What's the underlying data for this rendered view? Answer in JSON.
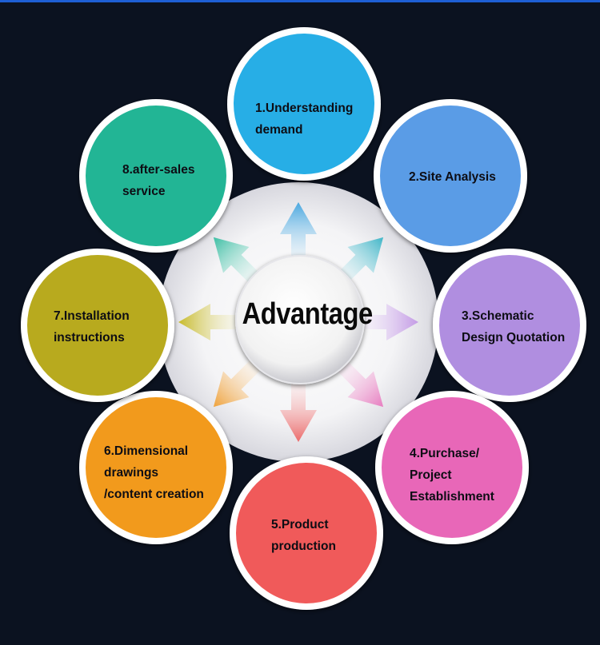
{
  "center": {
    "label": "Advantage"
  },
  "steps": [
    {
      "label": "1.Understanding\ndemand",
      "color": "#27aee6"
    },
    {
      "label": "2.Site Analysis",
      "color": "#5a9ce6"
    },
    {
      "label": "3.Schematic\nDesign Quotation",
      "color": "#b08ee0"
    },
    {
      "label": "4.Purchase/\nProject\nEstablishment",
      "color": "#e867b8"
    },
    {
      "label": "5.Product\nproduction",
      "color": "#f05a5a"
    },
    {
      "label": "6.Dimensional\ndrawings\n/content creation",
      "color": "#f29a1c"
    },
    {
      "label": "7.Installation\ninstructions",
      "color": "#b8aa1e"
    },
    {
      "label": "8.after-sales\nservice",
      "color": "#22b595"
    }
  ]
}
